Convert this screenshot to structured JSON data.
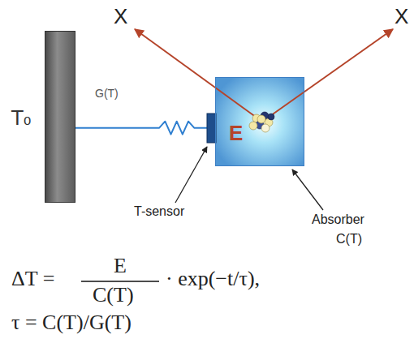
{
  "diagram": {
    "nodes": [
      {
        "text": [
          "T₀"
        ]
      },
      {
        "text": [
          "E"
        ]
      }
    ],
    "edges": [
      {
        "from": 0,
        "to": 1,
        "label": "G(T)",
        "arrow": "none"
      }
    ],
    "labels": [
      "X",
      "X",
      "T-sensor",
      "Absorber",
      "C(T)",
      "ΔT =",
      "E",
      "C(T)",
      "· exp(−t/τ),",
      "τ = C(T)/G(T)"
    ]
  }
}
